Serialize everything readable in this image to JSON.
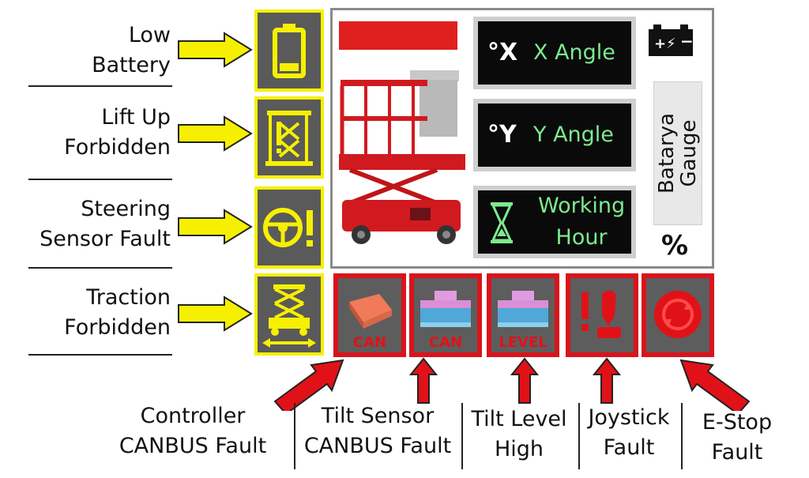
{
  "left_labels": [
    {
      "line1": "Low",
      "line2": "Battery"
    },
    {
      "line1": "Lift Up",
      "line2": "Forbidden"
    },
    {
      "line1": "Steering",
      "line2": "Sensor Fault"
    },
    {
      "line1": "Traction",
      "line2": "Forbidden"
    }
  ],
  "screen": {
    "x_angle": "X Angle",
    "y_angle": "Y Angle",
    "working_line1": "Working",
    "working_line2": "Hour",
    "battery_gauge_line1": "Batarya",
    "battery_gauge_line2": "Gauge",
    "percent": "%",
    "x_symbol": "°X",
    "y_symbol": "°Y"
  },
  "fault_tags": {
    "controller": "CAN",
    "tilt_sensor": "CAN",
    "tilt_level": "LEVEL"
  },
  "bottom_labels": [
    {
      "line1": "Controller",
      "line2": "CANBUS Fault"
    },
    {
      "line1": "Tilt Sensor",
      "line2": "CANBUS Fault"
    },
    {
      "line1": "Tilt Level",
      "line2": "High"
    },
    {
      "line1": "Joystick",
      "line2": "Fault"
    },
    {
      "line1": "E-Stop",
      "line2": "Fault"
    }
  ],
  "colors": {
    "warning_yellow": "#f6f000",
    "fault_red": "#d9141b",
    "panel_text_green": "#7dea8f",
    "box_gray": "#5a5a5a"
  }
}
